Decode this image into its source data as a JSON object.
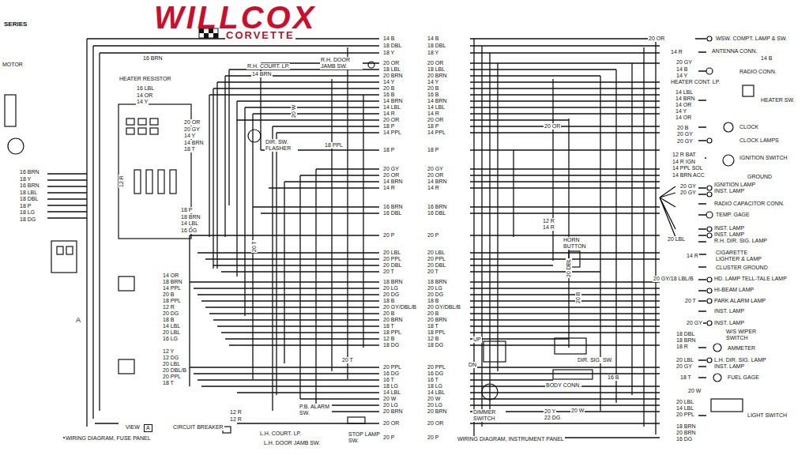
{
  "diagram": {
    "title": "WILLCOX",
    "labels": [
      "CORVETTE",
      "SERIES",
      "MOTOR",
      "16 BRN",
      "18 Y",
      "16 BRN",
      "18 LBL",
      "18 DBL",
      "18 P",
      "18 LG",
      "18 DG",
      "16 BRN",
      "HEATER RESISTOR",
      "16 LBL",
      "14 OR",
      "14 Y",
      "R.H. COURT. LP.",
      "14 BRN",
      "R.H. DOOR JAMB SW.",
      "20 OR",
      "20 GY",
      "14 Y",
      "14 BRN",
      "18 T",
      "DIR. SW. FLASHER",
      "18 PPL",
      "20 W",
      "12 R",
      "18 P",
      "18 BRN",
      "14 LBL",
      "16 DG",
      "20 T",
      "14 B",
      "18 DBL",
      "18 Y",
      "20 OR",
      "18 LBL",
      "20 BRN",
      "14 Y",
      "20 B",
      "16 B",
      "14 BRN",
      "14 LBL",
      "14 R",
      "20 OR",
      "18 P",
      "14 PPL",
      "18 P",
      "20 GY",
      "20 OR",
      "14 BRN",
      "14 R",
      "16 BRN",
      "16 DBL",
      "20 P",
      "20 LBL",
      "20 PPL",
      "20 DBL",
      "20 T",
      "18 BRN",
      "20 LG",
      "20 DG",
      "18 B",
      "20 GY/DBL/B",
      "20 B",
      "20 BRN",
      "18 T",
      "18 PPL",
      "12 B",
      "18 DG",
      "20 PPL",
      "16 DG",
      "16 T",
      "18 LG",
      "14 LBL",
      "20 W",
      "20 LG",
      "20 BRN",
      "20 OR",
      "20 P",
      "14 B",
      "18 DBL",
      "18 Y",
      "20 OR",
      "18 LBL",
      "20 BRN",
      "14 Y",
      "20 B",
      "16 B",
      "14 BRN",
      "14 LBL",
      "14 R",
      "20 OR",
      "18 P",
      "14 PPL",
      "18 P",
      "20 GY",
      "20 OR",
      "14 BRN",
      "14 R",
      "16 BRN",
      "16 DBL",
      "20 P",
      "20 LBL",
      "20 PPL",
      "20 DBL",
      "20 T",
      "18 BRN",
      "20 LG",
      "20 DG",
      "18 B",
      "20 GY/DBL/B",
      "20 B",
      "20 BRN",
      "18 T",
      "18 PPL",
      "12 B",
      "18 DG",
      "20 PPL",
      "16 DG",
      "16 T",
      "18 LG",
      "14 LBL",
      "20 W",
      "20 LG",
      "20 BRN",
      "20 OR",
      "20 P",
      "20 OR",
      "12 R",
      "14 R",
      "HORN BUTTON",
      "20 DBL",
      "20 B",
      "DIR. SIG. SW.",
      "16 B",
      "BODY CONN.",
      "UP",
      "DN",
      "DIMMER SWITCH",
      "20 Y",
      "22 DG",
      "20 W",
      "WIRING DIAGRAM, INSTRUMENT PANEL",
      "20 OR",
      "WSW. COMPT. LAMP & SW.",
      "14 R",
      "ANTENNA CONN.",
      "20 GY",
      "14 B",
      "14 Y",
      "RADIO CONN.",
      "14 B",
      "HEATER CONT. LP.",
      "14 LBL",
      "14 BRN",
      "14 OR",
      "14 Y",
      "14 OR",
      "HEATER SW.",
      "20 B",
      "20 GY",
      "CLOCK",
      "20 GY",
      "CLOCK LAMPS",
      "12 R BAT",
      "14 R IGN",
      "14 PPL SOL",
      "14 BRN ACC",
      "IGNITION SWITCH",
      "GROUND",
      "20 GY",
      "20 GY",
      "IGNITION LAMP",
      "INST. LAMP",
      "RADIO CAPACITOR CONN.",
      "TEMP. GAGE",
      "INST. LAMP",
      "INST. LAMP",
      "R.H. DIR. SIG. LAMP",
      "20 LBL",
      "14 R",
      "CIGARETTE LIGHTER & LAMP",
      "CLUSTER GROUND",
      "20 GY/18 LBL/B",
      "HD. LAMP TELL-TALE LAMP",
      "HI-BEAM LAMP",
      "20 T",
      "PARK ALARM LAMP",
      "INST. LAMP",
      "20 GY",
      "INST. LAMP",
      "18 DBL",
      "18 BRN",
      "18 R",
      "W/S WIPER SWITCH",
      "AMMETER",
      "20 LBL",
      "20 GY",
      "L.H. DIR. SIG. LAMP",
      "INST. LAMP",
      "18 T",
      "FUEL GAGE",
      "20 W",
      "20 LBL",
      "14 LBL",
      "20 PPL",
      "LIGHT SWITCH",
      "18 BRN",
      "20 BRN",
      "16 DG",
      "20 T",
      "P.B. ALARM SW.",
      "STOP LAMP SW.",
      "L.H. COURT. LP.",
      "L.H. DOOR JAMB SW.",
      "12 R",
      "12 R",
      "VIEW",
      "A",
      "CIRCUIT BREAKER",
      "WIRING DIAGRAM, FUSE PANEL",
      "A",
      "14 OR",
      "18 BRN",
      "14 PPL",
      "20 B",
      "18 PPL",
      "12 R",
      "20 DG",
      "18 B",
      "14 LBL",
      "20 LBL",
      "16 LG",
      "12 Y",
      "12 DG",
      "20 LBL",
      "20 DBL/B",
      "20 PPL",
      "18 T"
    ]
  }
}
